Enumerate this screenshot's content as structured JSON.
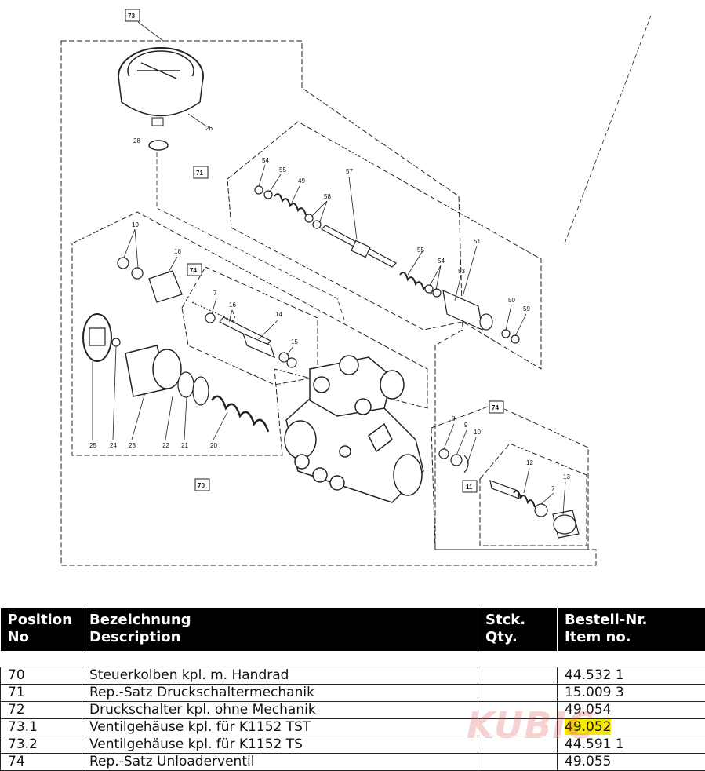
{
  "diagram": {
    "box_labels": [
      "73",
      "71",
      "74",
      "74",
      "11",
      "70"
    ],
    "callouts": [
      "26",
      "28",
      "54",
      "55",
      "49",
      "57",
      "58",
      "19",
      "18",
      "55",
      "54",
      "53",
      "51",
      "50",
      "59",
      "7",
      "16",
      "14",
      "15",
      "25",
      "24",
      "23",
      "22",
      "21",
      "20",
      "8",
      "9",
      "10",
      "12",
      "13",
      "7"
    ]
  },
  "table": {
    "headers": {
      "position": [
        "Position",
        "No"
      ],
      "description": [
        "Bezeichnung",
        "Description"
      ],
      "qty": [
        "Stck.",
        "Qty."
      ],
      "item": [
        "Bestell-Nr.",
        "Item no."
      ]
    },
    "rows": [
      {
        "position": "70",
        "description": "Steuerkolben kpl. m. Handrad",
        "qty": "",
        "item": "44.532 1"
      },
      {
        "position": "71",
        "description": "Rep.-Satz Druckschaltermechanik",
        "qty": "",
        "item": "15.009 3"
      },
      {
        "position": "72",
        "description": "Druckschalter kpl. ohne Mechanik",
        "qty": "",
        "item": "49.054"
      },
      {
        "position": "73.1",
        "description": "Ventilgehäuse kpl. für K1152 TST",
        "qty": "",
        "item": "49.052"
      },
      {
        "position": "73.2",
        "description": "Ventilgehäuse kpl. für K1152 TS",
        "qty": "",
        "item": "44.591 1"
      },
      {
        "position": "74",
        "description": "Rep.-Satz Unloaderventil",
        "qty": "",
        "item": "49.055"
      }
    ],
    "highlight_color": "#f7e800"
  },
  "watermark": {
    "text": "KUBIC"
  }
}
